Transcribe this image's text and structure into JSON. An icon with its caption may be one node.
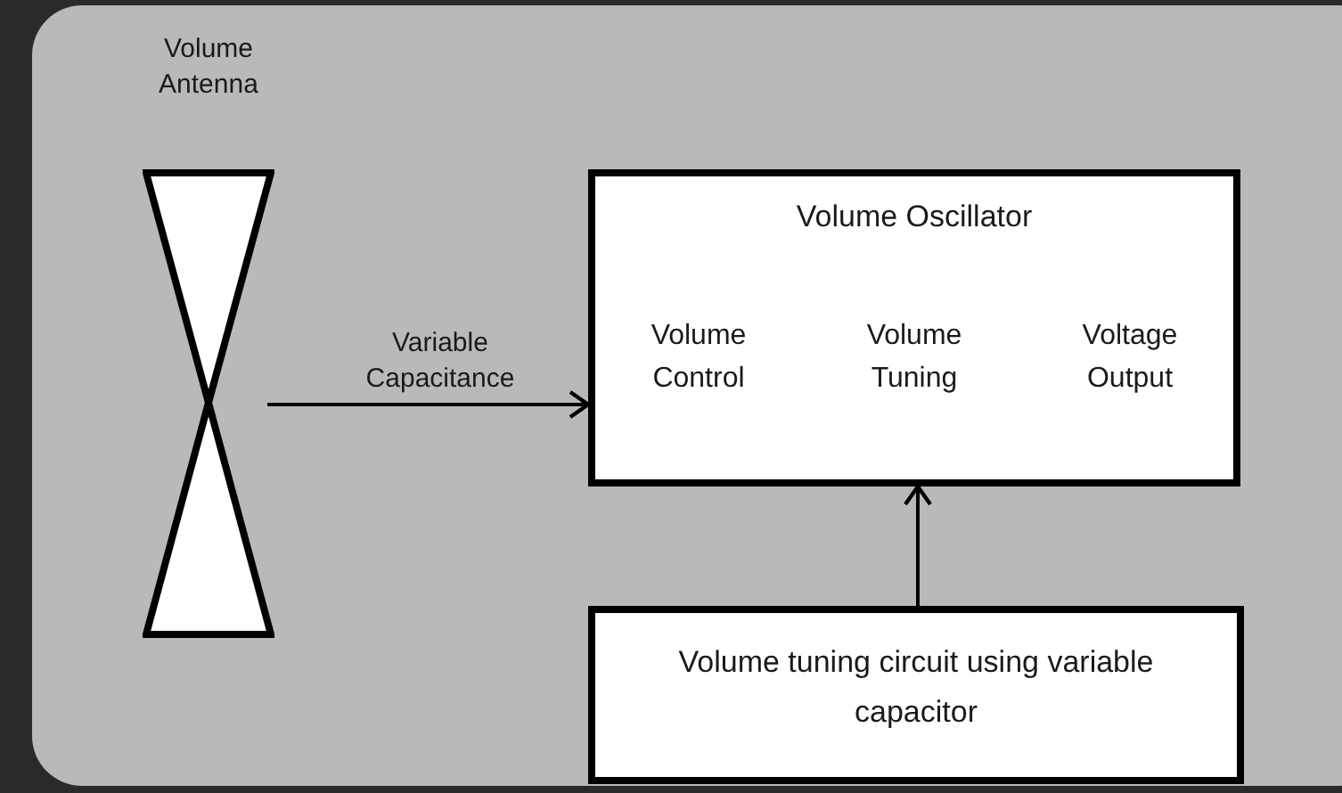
{
  "diagram": {
    "nodes": [
      {
        "text": [
          "Volume Antenna"
        ]
      },
      {
        "text": [
          "Volume Oscillator",
          "Volume Control",
          "Volume Tuning",
          "Voltage Output"
        ]
      },
      {
        "text": [
          "Volume tuning circuit using variable capacitor"
        ]
      }
    ],
    "edges": [
      {
        "from": 0,
        "to": 1,
        "arrow": "to",
        "label": "Variable Capacitance"
      },
      {
        "from": 2,
        "to": 1,
        "arrow": "to"
      }
    ]
  }
}
